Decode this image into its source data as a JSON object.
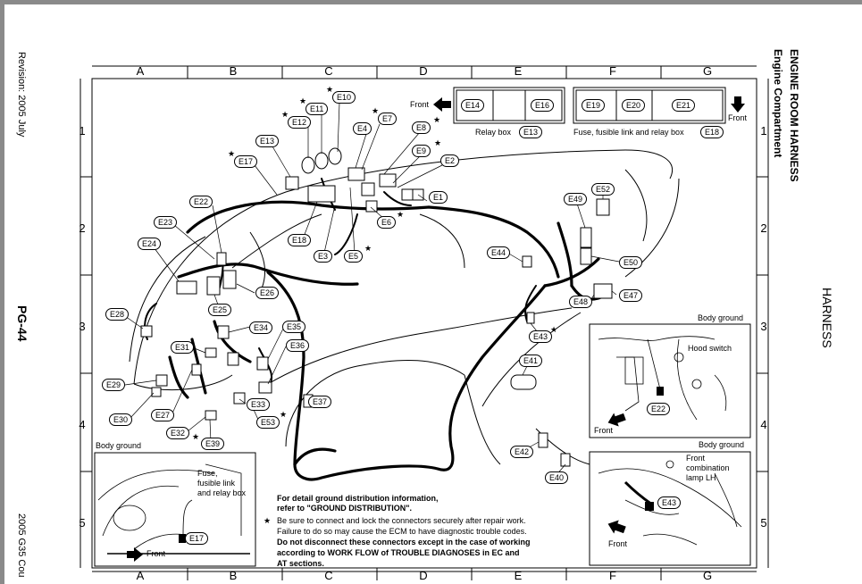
{
  "header": {
    "revision": "Revision: 2005 July",
    "page_number": "PG-44",
    "model": "2005 G35 Cou",
    "section_title": "ENGINE ROOM HARNESS",
    "section_subtitle": "Engine Compartment",
    "harness_label": "HARNESS"
  },
  "grid": {
    "columns": [
      "A",
      "B",
      "C",
      "D",
      "E",
      "F",
      "G"
    ],
    "rows": [
      "1",
      "2",
      "3",
      "4",
      "5"
    ]
  },
  "relay_box": {
    "front_label": "Front",
    "connectors": [
      "E14",
      "E16"
    ],
    "caption": "Relay box",
    "caption_conn": "E13"
  },
  "fuse_box": {
    "front_label": "Front",
    "connectors": [
      "E19",
      "E20",
      "E21"
    ],
    "caption": "Fuse, fusible link and relay box",
    "caption_conn": "E18"
  },
  "connectors": [
    "E10",
    "E11",
    "E12",
    "E7",
    "E4",
    "E8",
    "E13",
    "E9",
    "E2",
    "E17",
    "E1",
    "E6",
    "E22",
    "E18",
    "E3",
    "E5",
    "E23",
    "E24",
    "E25",
    "E26",
    "E28",
    "E34",
    "E35",
    "E31",
    "E36",
    "E29",
    "E33",
    "E30",
    "E27",
    "E53",
    "E37",
    "E32",
    "E39",
    "E44",
    "E49",
    "E52",
    "E50",
    "E48",
    "E47",
    "E43",
    "E41",
    "E42",
    "E40"
  ],
  "inset_left": {
    "title": "Body ground",
    "label1": "Fuse,",
    "label2": "fusible link",
    "label3": "and relay box",
    "conn": "E17",
    "front": "Front"
  },
  "inset_right_top": {
    "title": "Body ground",
    "label": "Hood switch",
    "conn": "E22",
    "front": "Front"
  },
  "inset_right_bottom": {
    "title": "Body ground",
    "label1": "Front",
    "label2": "combination",
    "label3": "lamp LH",
    "conn": "E43",
    "front": "Front"
  },
  "notes": {
    "line1": "For detail ground distribution information,",
    "line2": "refer to \"GROUND DISTRIBUTION\".",
    "star": "★",
    "line3": "Be sure to connect and lock the connectors securely after repair work.",
    "line4": "Failure to do so may cause the ECM to have diagnostic trouble codes.",
    "line5": "Do not disconnect these connectors except in the case of working",
    "line6": "according to WORK FLOW of TROUBLE DIAGNOSES in EC and",
    "line7": "AT sections."
  }
}
